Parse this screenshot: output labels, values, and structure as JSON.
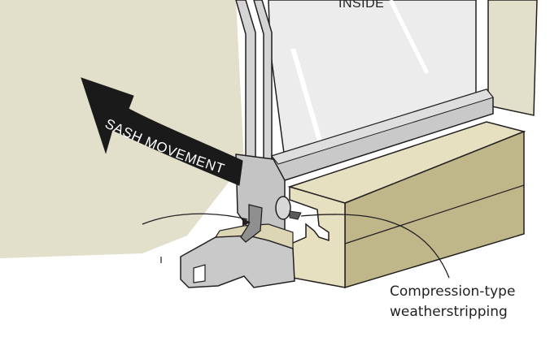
{
  "labels": {
    "inside": "INSIDE",
    "sash_movement": "SASH MOVEMENT",
    "callout_line1": "Compression-type",
    "callout_line2": "weatherstripping"
  },
  "colors": {
    "wall_background": "#e2dfcb",
    "frame_gray": "#c9c9c9",
    "frame_dark": "#a9a9a9",
    "sill_light": "#dfd9b6",
    "sill_side": "#bfb78a",
    "glass": "#e9e9e9",
    "arrow": "#1a1a1a",
    "outline": "#231f20"
  }
}
